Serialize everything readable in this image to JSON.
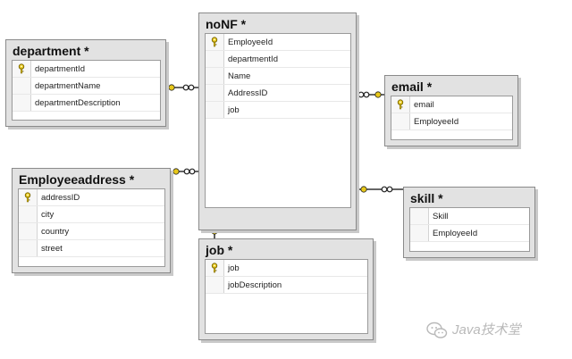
{
  "tables": {
    "nonf": {
      "title": "noNF *",
      "columns": [
        "EmployeeId",
        "departmentId",
        "Name",
        "AddressID",
        "job"
      ],
      "key_column": "EmployeeId"
    },
    "department": {
      "title": "department *",
      "columns": [
        "departmentId",
        "departmentName",
        "departmentDescription"
      ],
      "key_column": "departmentId"
    },
    "email": {
      "title": "email *",
      "columns": [
        "email",
        "EmployeeId"
      ],
      "key_column": "email"
    },
    "employeeaddress": {
      "title": "Employeeaddress *",
      "columns": [
        "addressID",
        "city",
        "country",
        "street"
      ],
      "key_column": "addressID"
    },
    "skill": {
      "title": "skill *",
      "columns": [
        "Skill",
        "EmployeeId"
      ],
      "key_column": null
    },
    "job": {
      "title": "job *",
      "columns": [
        "job",
        "jobDescription"
      ],
      "key_column": "job"
    }
  },
  "relationships": [
    {
      "from": "department",
      "to": "nonf"
    },
    {
      "from": "employeeaddress",
      "to": "nonf"
    },
    {
      "from": "nonf",
      "to": "email"
    },
    {
      "from": "nonf",
      "to": "skill"
    },
    {
      "from": "job",
      "to": "nonf"
    }
  ],
  "watermark": {
    "text": "Java技术堂",
    "icon": "wechat-icon"
  },
  "colors": {
    "key": "#e8c81a",
    "connector": "#333333",
    "table_bg": "#e2e2e2"
  }
}
